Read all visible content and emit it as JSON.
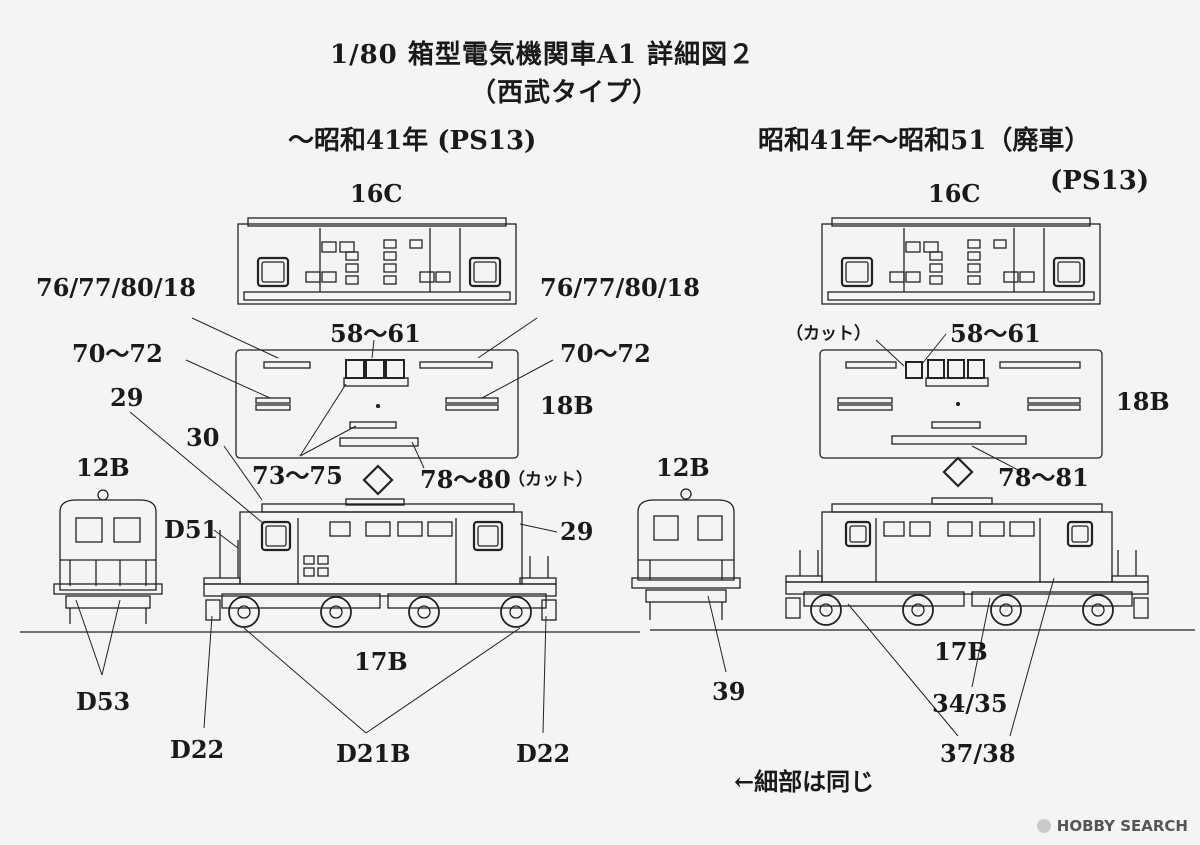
{
  "title": "1/80 箱型電気機関車A1 詳細図２",
  "subtitle": "（西武タイプ）",
  "left_panel": {
    "heading": "～昭和41年 (PS13)",
    "roof_label": "16C",
    "labels": {
      "l76_left": "76/77/80/18",
      "l76_right": "76/77/80/18",
      "l58": "58～61",
      "l70_left": "70～72",
      "l70_right": "70～72",
      "l29_top": "29",
      "l18b": "18B",
      "l30": "30",
      "l73": "73～75",
      "l78": "78～80",
      "l_cut": "（カット）",
      "l12b": "12B",
      "l29_right": "29",
      "l_d51": "D51",
      "l17b": "17B",
      "l_d53": "D53",
      "l_d22_left": "D22",
      "l_d21b": "D21B",
      "l_d22_right": "D22"
    }
  },
  "right_panel": {
    "heading": "昭和41年～昭和51（廃車）",
    "subheading": "(PS13)",
    "roof_label": "16C",
    "labels": {
      "l_cut": "（カット）",
      "l58": "58～61",
      "l18b": "18B",
      "l12b": "12B",
      "l78": "78～81",
      "l17b": "17B",
      "l39": "39",
      "l34": "34/35",
      "l37": "37/38"
    }
  },
  "footnote": "←細部は同じ",
  "watermark": "HOBBY SEARCH"
}
